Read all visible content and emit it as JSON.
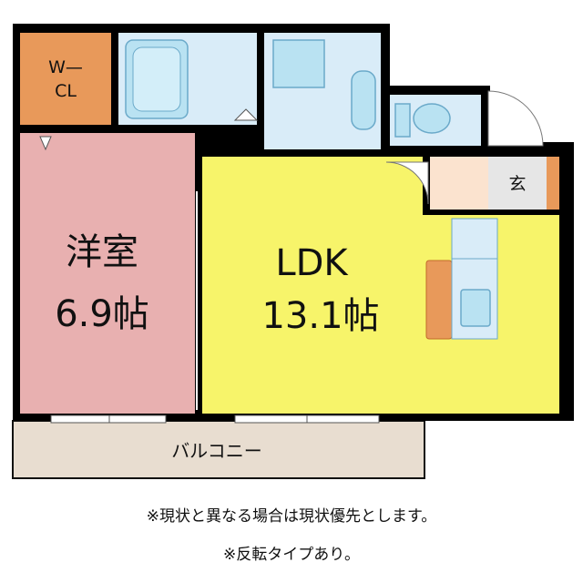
{
  "rooms": {
    "walk_in_closet": {
      "label_line1": "W—",
      "label_line2": "CL"
    },
    "western_room": {
      "label_line1": "洋室",
      "label_line2": "6.9帖"
    },
    "ldk": {
      "label_line1": "LDK",
      "label_line2": "13.1帖"
    },
    "entrance": {
      "label": "玄"
    },
    "balcony": {
      "label": "バルコニー"
    }
  },
  "notes": {
    "line1": "※現状と異なる場合は現状優先とします。",
    "line2": "※反転タイプあり。"
  },
  "colors": {
    "wall": "#000000",
    "western_room": "#e8b0b0",
    "walk_in_closet": "#e8995a",
    "ldk": "#f7f46a",
    "wet_area": "#d9ecf8",
    "fixture": "#b9e2f2",
    "entrance_hall": "#fbe3cf",
    "genkan": "#e6e6e6",
    "balcony": "#e8ddd0",
    "counter": "#e8995a"
  }
}
